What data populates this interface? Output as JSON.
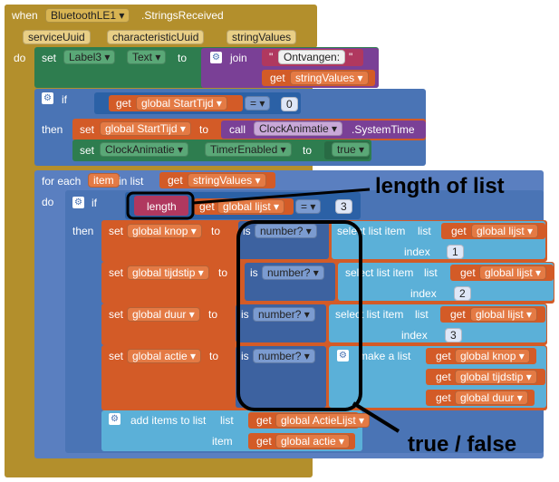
{
  "event": {
    "prefix": "when",
    "component": "BluetoothLE1",
    "suffix": ".StringsReceived",
    "params": [
      "serviceUuid",
      "characteristicUuid",
      "stringValues"
    ],
    "do_label": "do"
  },
  "set_label": {
    "set": "set",
    "component": "Label3",
    "prop": "Text",
    "to": "to",
    "join": "join",
    "ontvangen": "Ontvangen: ",
    "get": "get",
    "var": "stringValues"
  },
  "if1": {
    "if": "if",
    "get": "get",
    "var": "global StartTijd",
    "op": "=",
    "value": "0",
    "then": "then"
  },
  "then1": {
    "set": "set",
    "var": "global StartTijd",
    "to": "to",
    "call": "call",
    "component": "ClockAnimatie",
    "method": ".SystemTime"
  },
  "then2": {
    "set": "set",
    "component": "ClockAnimatie",
    "prop": "TimerEnabled",
    "to": "to",
    "value": "true"
  },
  "foreach": {
    "label": "for each",
    "item": "item",
    "in_list": "in list",
    "get": "get",
    "var": "stringValues",
    "do": "do"
  },
  "if2": {
    "if": "if",
    "length": "length",
    "get": "get",
    "var": "global lijst",
    "op": "=",
    "value": "3",
    "then": "then"
  },
  "rows": [
    {
      "set": "set",
      "var": "global knop",
      "to": "to",
      "is": "is",
      "number": "number?",
      "select": "select list item",
      "list": "list",
      "get": "get",
      "glist": "global lijst",
      "index": "index",
      "idx": "1"
    },
    {
      "set": "set",
      "var": "global tijdstip",
      "to": "to",
      "is": "is",
      "number": "number?",
      "select": "select list item",
      "list": "list",
      "get": "get",
      "glist": "global lijst",
      "index": "index",
      "idx": "2"
    },
    {
      "set": "set",
      "var": "global duur",
      "to": "to",
      "is": "is",
      "number": "number?",
      "select": "select list item",
      "list": "list",
      "get": "get",
      "glist": "global lijst",
      "index": "index",
      "idx": "3"
    },
    {
      "set": "set",
      "var": "global actie",
      "to": "to",
      "is": "is",
      "number": "number?"
    }
  ],
  "makelist": {
    "label": "make a list",
    "get": "get",
    "items": [
      "global knop",
      "global tijdstip",
      "global duur"
    ]
  },
  "additems": {
    "label": "add items to list",
    "list": "list",
    "get": "get",
    "var": "global ActieLijst",
    "item": "item",
    "item_var": "global actie"
  },
  "annotations": {
    "length_of_list": "length of list",
    "true_false": "true / false"
  }
}
